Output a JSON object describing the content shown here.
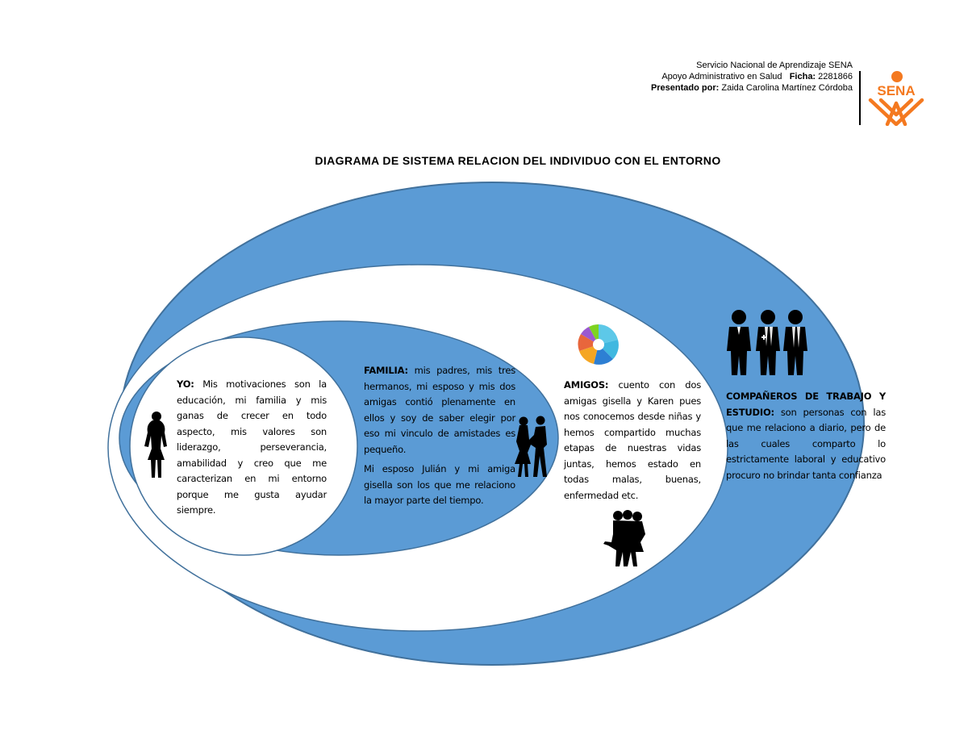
{
  "header": {
    "org": "Servicio Nacional de Aprendizaje SENA",
    "program": "Apoyo Administrativo en Salud",
    "ficha_label": "Ficha:",
    "ficha_value": "2281866",
    "presented_label": "Presentado por:",
    "presented_value": "Zaida Carolina Martínez Córdoba"
  },
  "logo": {
    "text": "SENA",
    "color": "#f47920"
  },
  "title": "DIAGRAMA DE SISTEMA RELACION DEL INDIVIDUO CON EL ENTORNO",
  "colors": {
    "ring": "#5b9bd5",
    "ring_border": "#41719c",
    "white": "#ffffff"
  },
  "sections": {
    "yo": {
      "label": "YO:",
      "text": "Mis motivaciones son la educación, mi familia y mis ganas de crecer en todo aspecto, mis valores son liderazgo, perseverancia, amabilidad y creo que me caracterizan en mi entorno porque me gusta ayudar siempre.",
      "icon": "woman-silhouette-icon"
    },
    "familia": {
      "label": "FAMILIA:",
      "text": "mis padres, mis tres hermanos, mi esposo y mis dos amigas contió plenamente en ellos y soy de saber elegir por eso mi vinculo de amistades es pequeño.",
      "text2": "Mi esposo Julián y mi amiga gisella son los que me relaciono la mayor parte del tiempo.",
      "icon": "couple-dancing-icon"
    },
    "amigos": {
      "label": "AMIGOS:",
      "text": "cuento con dos amigas gisella y Karen pues nos conocemos desde niñas y hemos compartido muchas etapas de nuestras vidas juntas, hemos estado en todas malas, buenas, enfermedad etc.",
      "icons": [
        "beach-ball-icon",
        "three-friends-icon"
      ]
    },
    "companeros": {
      "label": "COMPAÑEROS DE TRABAJO Y ESTUDIO:",
      "text": "son personas con las que me relaciono a diario, pero de las cuales comparto lo estrictamente laboral y educativo procuro no brindar tanta confianza",
      "icon": "coworkers-icon"
    }
  }
}
